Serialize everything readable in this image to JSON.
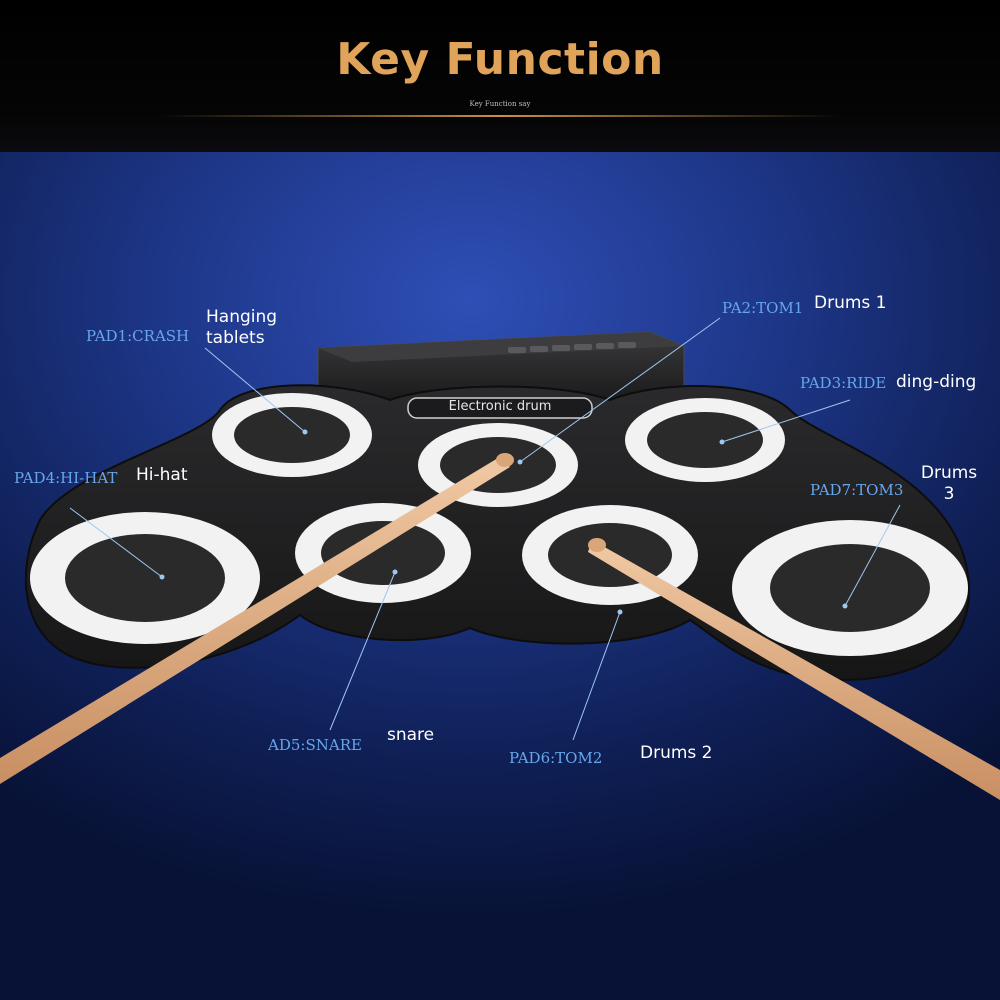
{
  "header": {
    "title": "Key Function",
    "subtitle": "Key Function say"
  },
  "device": {
    "label": "Electronic drum"
  },
  "pads": [
    {
      "id": "pad1",
      "code": "PAD1:CRASH",
      "desc_lines": [
        "Hanging",
        "tablets"
      ]
    },
    {
      "id": "pad2",
      "code": "PA2:TOM1",
      "desc_lines": [
        "Drums 1"
      ]
    },
    {
      "id": "pad3",
      "code": "PAD3:RIDE",
      "desc_lines": [
        "ding-ding"
      ]
    },
    {
      "id": "pad4",
      "code": "PAD4:HI-HAT",
      "desc_lines": [
        "Hi-hat"
      ]
    },
    {
      "id": "pad5",
      "code": "AD5:SNARE",
      "desc_lines": [
        "snare"
      ]
    },
    {
      "id": "pad6",
      "code": "PAD6:TOM2",
      "desc_lines": [
        "Drums 2"
      ]
    },
    {
      "id": "pad7",
      "code": "PAD7:TOM3",
      "desc_lines": [
        "Drums",
        "3"
      ]
    }
  ],
  "colors": {
    "title": "#e0a35a",
    "code_label": "#66a6ec",
    "desc_label": "#ffffff",
    "pad_ring": "#f2f2f2",
    "pad_center": "#2a2a2a",
    "mat": "#1c1c1c",
    "stick": "#e0b088"
  }
}
